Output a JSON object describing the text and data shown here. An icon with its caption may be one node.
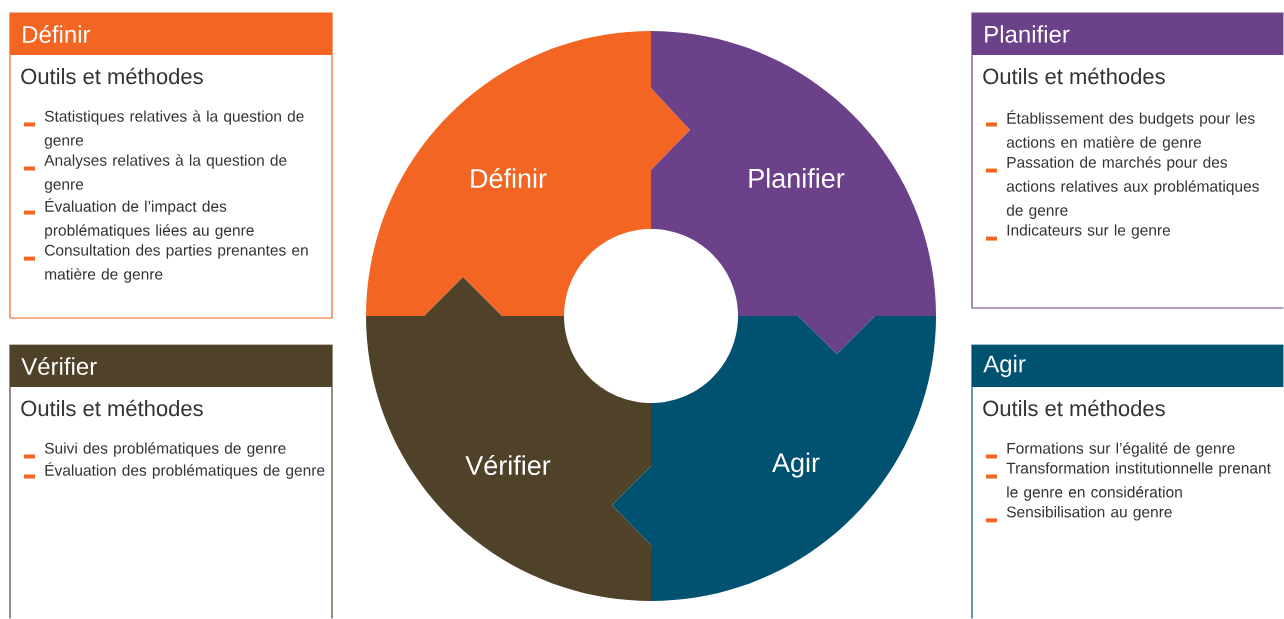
{
  "diagram": {
    "nodes": [
      {
        "text": [
          "Définir",
          "Outils et méthodes",
          "Statistiques relatives à la question de genre",
          "Analyses relatives à la question de genre",
          "Évaluation de l’impact des problématiques liées au genre",
          "Consultation des parties prenantes en matière de genre"
        ]
      },
      {
        "text": [
          "Planifier",
          "Outils et méthodes",
          "Établissement des budgets pour les actions en matière de genre",
          "Passation de marchés pour des actions relatives aux problématiques de genre",
          "Indicateurs sur le genre"
        ]
      },
      {
        "text": [
          "Vérifier",
          "Outils et méthodes",
          "Suivi des problématiques de genre",
          "Évaluation des problématiques de genre"
        ]
      },
      {
        "text": [
          "Agir",
          "Outils et méthodes",
          "Formations sur l’égalité de genre",
          "Transformation institutionnelle prenant le genre en considération",
          "Sensibilisation au genre"
        ]
      },
      {
        "text": [
          "Définir"
        ]
      },
      {
        "text": [
          "Planifier"
        ]
      },
      {
        "text": [
          "Vérifier"
        ]
      },
      {
        "text": [
          "Agir"
        ]
      }
    ]
  }
}
